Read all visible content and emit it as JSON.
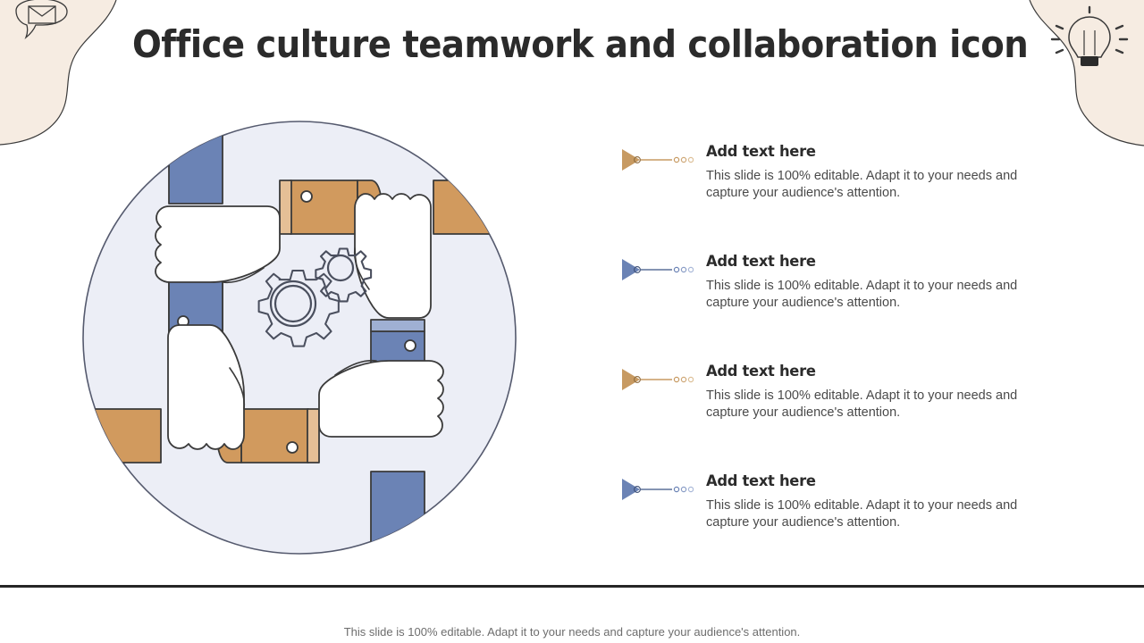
{
  "slide": {
    "title": "Office culture teamwork and collaboration icon",
    "footer_note": "This slide is 100% editable. Adapt it to your needs and capture your audience's attention."
  },
  "decor": {
    "top_left_icon": "envelope-speech-bubble-icon",
    "top_right_icon": "lightbulb-icon",
    "blob_color": "#f6ece2",
    "line_color": "#3a3a3a"
  },
  "illustration": {
    "name": "four-hands-fists-teamwork-icon",
    "circle_fill": "#eceef6",
    "circle_stroke": "#555a6e",
    "blue_sleeve": "#6b83b5",
    "blue_cuff": "#9fb0d3",
    "tan_sleeve": "#d19a5e",
    "tan_cuff": "#e5bf96",
    "hand_fill": "#ffffff",
    "outline": "#3a3a3a",
    "button_fill": "#ffffff",
    "center_icon": "gears-icon",
    "gear_stroke": "#4a4f5e",
    "arms": [
      {
        "name": "arm-top-left-blue",
        "color": "blue",
        "orientation": "vertical"
      },
      {
        "name": "arm-top-right-tan",
        "color": "tan",
        "orientation": "horizontal"
      },
      {
        "name": "arm-bottom-right-blue",
        "color": "blue",
        "orientation": "vertical"
      },
      {
        "name": "arm-bottom-left-tan",
        "color": "tan",
        "orientation": "horizontal"
      }
    ]
  },
  "bullets": [
    {
      "heading": "Add text here",
      "body": "This slide is 100% editable. Adapt it to your needs and capture your audience's attention.",
      "marker_color": "#c79a62"
    },
    {
      "heading": "Add text here",
      "body": "This slide is 100% editable. Adapt it to your needs and capture your audience's attention.",
      "marker_color": "#6b83b5"
    },
    {
      "heading": "Add text here",
      "body": "This slide is 100% editable. Adapt it to your needs and capture your audience's attention.",
      "marker_color": "#c79a62"
    },
    {
      "heading": "Add text here",
      "body": "This slide is 100% editable. Adapt it to your needs and capture your audience's attention.",
      "marker_color": "#6b83b5"
    }
  ]
}
